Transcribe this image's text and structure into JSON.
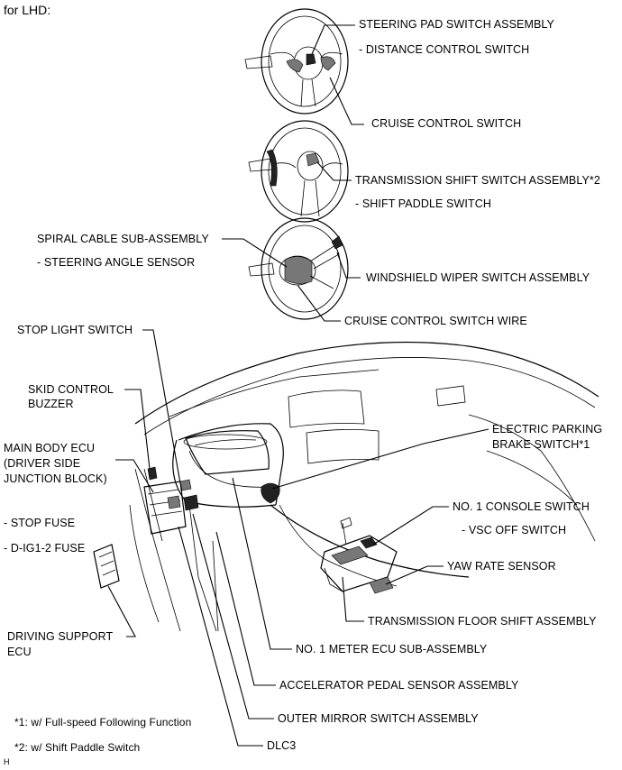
{
  "header": {
    "text": "for LHD:"
  },
  "labels": {
    "steering_pad_switch_assembly": "STEERING PAD SWITCH ASSEMBLY",
    "distance_control_switch": "- DISTANCE CONTROL SWITCH",
    "cruise_control_switch": "CRUISE CONTROL SWITCH",
    "transmission_shift_switch_assembly": "TRANSMISSION SHIFT SWITCH ASSEMBLY*2",
    "shift_paddle_switch": "- SHIFT PADDLE SWITCH",
    "spiral_cable_sub_assembly": "SPIRAL CABLE SUB-ASSEMBLY",
    "steering_angle_sensor": "- STEERING ANGLE SENSOR",
    "windshield_wiper_switch_assembly": "WINDSHIELD WIPER SWITCH ASSEMBLY",
    "cruise_control_switch_wire": "CRUISE CONTROL SWITCH WIRE",
    "stop_light_switch": "STOP LIGHT SWITCH",
    "skid_control_buzzer_1": "SKID CONTROL",
    "skid_control_buzzer_2": "BUZZER",
    "main_body_ecu_1": "MAIN BODY ECU",
    "main_body_ecu_2": "(DRIVER SIDE",
    "main_body_ecu_3": "JUNCTION BLOCK)",
    "stop_fuse": "- STOP FUSE",
    "d_ig1_2_fuse": "- D-IG1-2 FUSE",
    "driving_support_ecu_1": "DRIVING SUPPORT",
    "driving_support_ecu_2": "ECU",
    "electric_parking_brake_switch_1": "ELECTRIC PARKING",
    "electric_parking_brake_switch_2": "BRAKE SWITCH*1",
    "no1_console_switch": "NO. 1 CONSOLE SWITCH",
    "vsc_off_switch": "- VSC OFF SWITCH",
    "yaw_rate_sensor": "YAW RATE SENSOR",
    "transmission_floor_shift_assembly": "TRANSMISSION FLOOR SHIFT ASSEMBLY",
    "no1_meter_ecu_sub_assembly": "NO. 1 METER ECU SUB-ASSEMBLY",
    "accelerator_pedal_sensor_assembly": "ACCELERATOR PEDAL SENSOR ASSEMBLY",
    "outer_mirror_switch_assembly": "OUTER MIRROR SWITCH ASSEMBLY",
    "dlc3": "DLC3"
  },
  "notes": {
    "note1": "*1: w/ Full-speed Following Function",
    "note2": "*2: w/ Shift Paddle Switch"
  },
  "corner_mark": "H"
}
